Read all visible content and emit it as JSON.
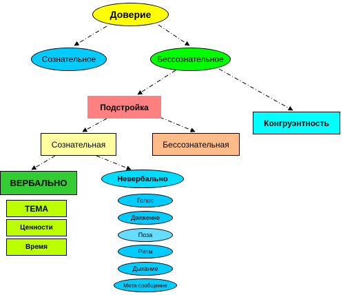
{
  "nodes": {
    "root": {
      "label": "Доверие",
      "color": "#ffff00"
    },
    "conscious": {
      "label": "Сознательное",
      "color": "#00ccff"
    },
    "unconscious": {
      "label": "Бессознательное",
      "color": "#00ff00"
    },
    "adjustment": {
      "label": "Подстройка",
      "color": "#ff8080"
    },
    "congruence": {
      "label": "Конгруэнтность",
      "color": "#00ffff"
    },
    "conscious_adj": {
      "label": "Сознательная",
      "color": "#ffffa0"
    },
    "unconscious_adj": {
      "label": "Бессознательная",
      "color": "#ffbb88"
    },
    "verbal": {
      "label": "ВЕРБАЛЬНО",
      "color": "#33cc33"
    },
    "nonverbal": {
      "label": "Невербально",
      "color": "#00ddff"
    },
    "verbal_items": [
      {
        "label": "ТЕМА",
        "color": "#bbff00"
      },
      {
        "label": "Ценности",
        "color": "#bbff00"
      },
      {
        "label": "Время",
        "color": "#bbff00"
      }
    ],
    "nonverbal_items": [
      {
        "label": "Голос",
        "color": "#00ccff"
      },
      {
        "label": "Движение",
        "color": "#00ccff"
      },
      {
        "label": "Поза",
        "color": "#66ddff"
      },
      {
        "label": "Ритм",
        "color": "#00ccff"
      },
      {
        "label": "Дыхание",
        "color": "#00ccff"
      },
      {
        "label": "Мета-сообщение",
        "color": "#00ccff"
      }
    ]
  }
}
